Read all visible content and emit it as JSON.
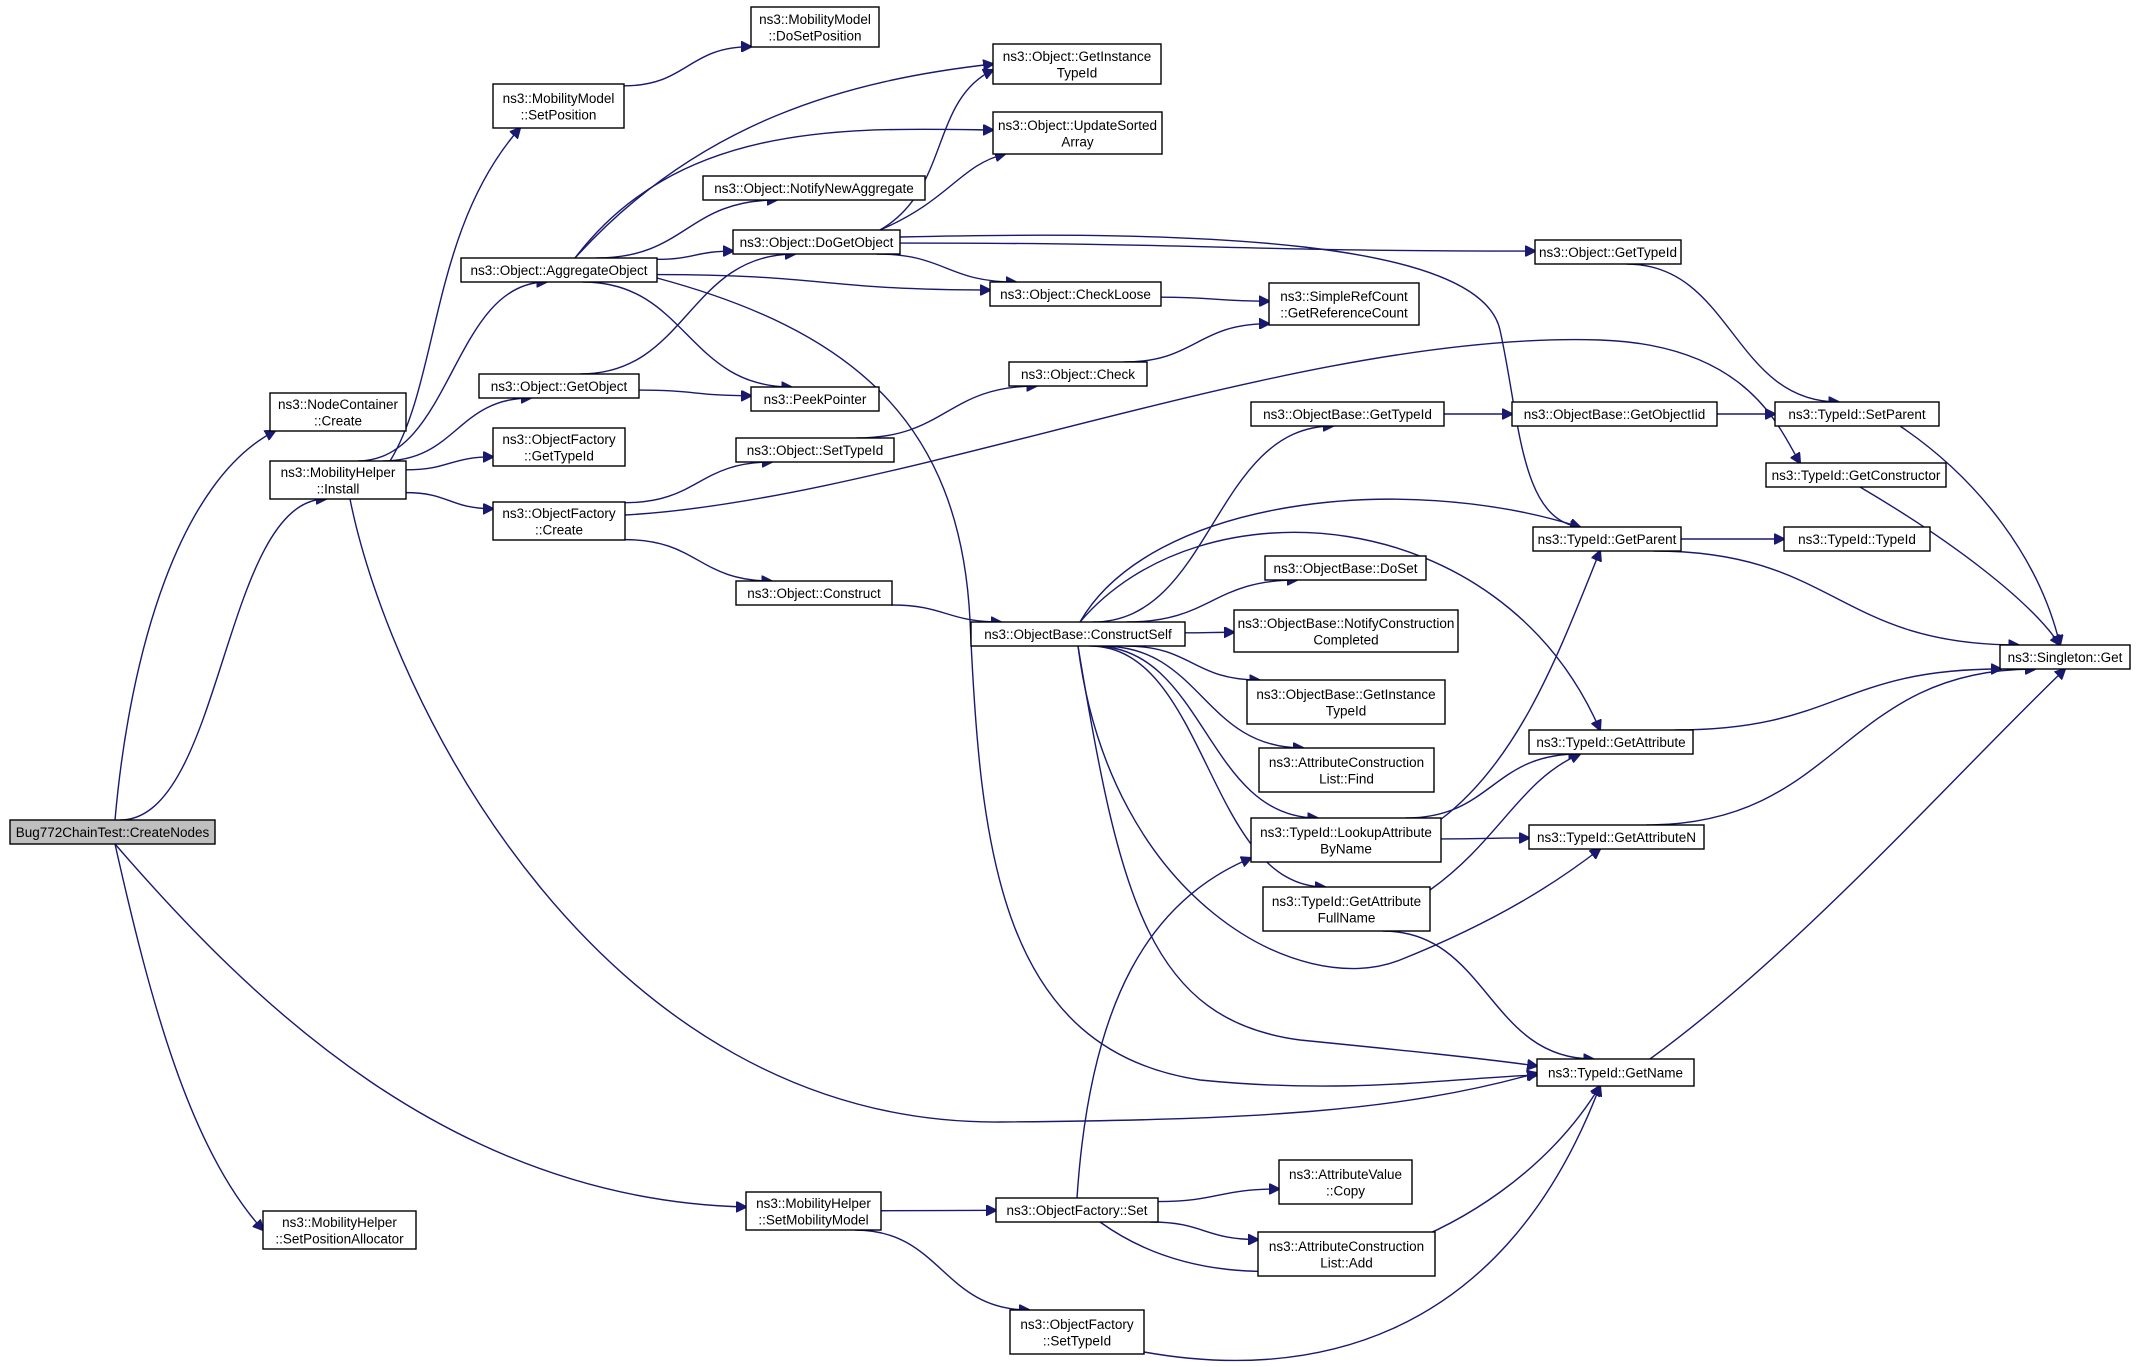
{
  "colors": {
    "edge": "#191970",
    "root_fill": "#bfbfbf",
    "node_fill": "#ffffff",
    "node_border": "#000000"
  },
  "nodes": [
    {
      "id": "root",
      "lines": [
        "Bug772ChainTest::CreateNodes"
      ]
    },
    {
      "id": "nc_create",
      "lines": [
        "ns3::NodeContainer",
        "::Create"
      ]
    },
    {
      "id": "mh_install",
      "lines": [
        "ns3::MobilityHelper",
        "::Install"
      ]
    },
    {
      "id": "mh_setmm",
      "lines": [
        "ns3::MobilityHelper",
        "::SetMobilityModel"
      ]
    },
    {
      "id": "mh_setpa",
      "lines": [
        "ns3::MobilityHelper",
        "::SetPositionAllocator"
      ]
    },
    {
      "id": "mm_setpos",
      "lines": [
        "ns3::MobilityModel",
        "::SetPosition"
      ]
    },
    {
      "id": "mm_dosetpos",
      "lines": [
        "ns3::MobilityModel",
        "::DoSetPosition"
      ]
    },
    {
      "id": "obj_aggregate",
      "lines": [
        "ns3::Object::AggregateObject"
      ]
    },
    {
      "id": "obj_getobject",
      "lines": [
        "ns3::Object::GetObject"
      ]
    },
    {
      "id": "of_gettypeid",
      "lines": [
        "ns3::ObjectFactory",
        "::GetTypeId"
      ]
    },
    {
      "id": "of_create",
      "lines": [
        "ns3::ObjectFactory",
        "::Create"
      ]
    },
    {
      "id": "obj_getinst",
      "lines": [
        "ns3::Object::GetInstance",
        "TypeId"
      ]
    },
    {
      "id": "obj_updsorted",
      "lines": [
        "ns3::Object::UpdateSorted",
        "Array"
      ]
    },
    {
      "id": "obj_notifynew",
      "lines": [
        "ns3::Object::NotifyNewAggregate"
      ]
    },
    {
      "id": "obj_dogetobject",
      "lines": [
        "ns3::Object::DoGetObject"
      ]
    },
    {
      "id": "obj_checkloose",
      "lines": [
        "ns3::Object::CheckLoose"
      ]
    },
    {
      "id": "peekpointer",
      "lines": [
        "ns3::PeekPointer"
      ]
    },
    {
      "id": "obj_check",
      "lines": [
        "ns3::Object::Check"
      ]
    },
    {
      "id": "obj_settypeid",
      "lines": [
        "ns3::Object::SetTypeId"
      ]
    },
    {
      "id": "obj_construct",
      "lines": [
        "ns3::Object::Construct"
      ]
    },
    {
      "id": "ob_constructself",
      "lines": [
        "ns3::ObjectBase::ConstructSelf"
      ]
    },
    {
      "id": "src_getrefcount",
      "lines": [
        "ns3::SimpleRefCount",
        "::GetReferenceCount"
      ]
    },
    {
      "id": "obj_gettypeid",
      "lines": [
        "ns3::Object::GetTypeId"
      ]
    },
    {
      "id": "ob_gettypeid",
      "lines": [
        "ns3::ObjectBase::GetTypeId"
      ]
    },
    {
      "id": "ob_getobjectiid",
      "lines": [
        "ns3::ObjectBase::GetObjectIid"
      ]
    },
    {
      "id": "tid_setparent",
      "lines": [
        "ns3::TypeId::SetParent"
      ]
    },
    {
      "id": "tid_getconstructor",
      "lines": [
        "ns3::TypeId::GetConstructor"
      ]
    },
    {
      "id": "tid_getparent",
      "lines": [
        "ns3::TypeId::GetParent"
      ]
    },
    {
      "id": "tid_typeid",
      "lines": [
        "ns3::TypeId::TypeId"
      ]
    },
    {
      "id": "singleton_get",
      "lines": [
        "ns3::Singleton::Get"
      ]
    },
    {
      "id": "ob_doset",
      "lines": [
        "ns3::ObjectBase::DoSet"
      ]
    },
    {
      "id": "ob_notifyconstr",
      "lines": [
        "ns3::ObjectBase::NotifyConstruction",
        "Completed"
      ]
    },
    {
      "id": "ob_getinst",
      "lines": [
        "ns3::ObjectBase::GetInstance",
        "TypeId"
      ]
    },
    {
      "id": "acl_find",
      "lines": [
        "ns3::AttributeConstruction",
        "List::Find"
      ]
    },
    {
      "id": "tid_getattribute",
      "lines": [
        "ns3::TypeId::GetAttribute"
      ]
    },
    {
      "id": "tid_lookupattr",
      "lines": [
        "ns3::TypeId::LookupAttribute",
        "ByName"
      ]
    },
    {
      "id": "tid_getattrn",
      "lines": [
        "ns3::TypeId::GetAttributeN"
      ]
    },
    {
      "id": "tid_getattrfull",
      "lines": [
        "ns3::TypeId::GetAttribute",
        "FullName"
      ]
    },
    {
      "id": "tid_getname",
      "lines": [
        "ns3::TypeId::GetName"
      ]
    },
    {
      "id": "of_set",
      "lines": [
        "ns3::ObjectFactory::Set"
      ]
    },
    {
      "id": "av_copy",
      "lines": [
        "ns3::AttributeValue",
        "::Copy"
      ]
    },
    {
      "id": "acl_add",
      "lines": [
        "ns3::AttributeConstruction",
        "List::Add"
      ]
    },
    {
      "id": "of_settypeid",
      "lines": [
        "ns3::ObjectFactory",
        "::SetTypeId"
      ]
    }
  ],
  "edges": [
    [
      "root",
      "nc_create"
    ],
    [
      "root",
      "mh_install"
    ],
    [
      "root",
      "mh_setmm"
    ],
    [
      "root",
      "mh_setpa"
    ],
    [
      "mh_install",
      "mm_setpos"
    ],
    [
      "mh_install",
      "obj_aggregate"
    ],
    [
      "mh_install",
      "obj_getobject"
    ],
    [
      "mh_install",
      "of_gettypeid"
    ],
    [
      "mh_install",
      "of_create"
    ],
    [
      "mh_install",
      "tid_getname"
    ],
    [
      "mm_setpos",
      "mm_dosetpos"
    ],
    [
      "obj_aggregate",
      "obj_getinst"
    ],
    [
      "obj_aggregate",
      "obj_updsorted"
    ],
    [
      "obj_aggregate",
      "obj_notifynew"
    ],
    [
      "obj_aggregate",
      "obj_dogetobject"
    ],
    [
      "obj_aggregate",
      "obj_checkloose"
    ],
    [
      "obj_aggregate",
      "peekpointer"
    ],
    [
      "obj_aggregate",
      "tid_getname"
    ],
    [
      "obj_getobject",
      "obj_dogetobject"
    ],
    [
      "obj_getobject",
      "peekpointer"
    ],
    [
      "obj_dogetobject",
      "obj_getinst"
    ],
    [
      "obj_dogetobject",
      "obj_updsorted"
    ],
    [
      "obj_dogetobject",
      "obj_checkloose"
    ],
    [
      "obj_dogetobject",
      "obj_gettypeid"
    ],
    [
      "obj_dogetobject",
      "tid_getparent"
    ],
    [
      "obj_checkloose",
      "src_getrefcount"
    ],
    [
      "obj_check",
      "src_getrefcount"
    ],
    [
      "of_create",
      "obj_settypeid"
    ],
    [
      "of_create",
      "obj_construct"
    ],
    [
      "of_create",
      "tid_getconstructor"
    ],
    [
      "obj_settypeid",
      "obj_check"
    ],
    [
      "obj_construct",
      "ob_constructself"
    ],
    [
      "obj_gettypeid",
      "tid_setparent"
    ],
    [
      "ob_gettypeid",
      "ob_getobjectiid"
    ],
    [
      "ob_getobjectiid",
      "tid_setparent"
    ],
    [
      "tid_setparent",
      "singleton_get"
    ],
    [
      "tid_getconstructor",
      "singleton_get"
    ],
    [
      "tid_getparent",
      "tid_typeid"
    ],
    [
      "tid_getparent",
      "singleton_get"
    ],
    [
      "ob_constructself",
      "ob_gettypeid"
    ],
    [
      "ob_constructself",
      "tid_getparent"
    ],
    [
      "ob_constructself",
      "tid_getattribute"
    ],
    [
      "ob_constructself",
      "ob_doset"
    ],
    [
      "ob_constructself",
      "ob_notifyconstr"
    ],
    [
      "ob_constructself",
      "ob_getinst"
    ],
    [
      "ob_constructself",
      "acl_find"
    ],
    [
      "ob_constructself",
      "tid_lookupattr"
    ],
    [
      "ob_constructself",
      "tid_getattrfull"
    ],
    [
      "ob_constructself",
      "tid_getattrn"
    ],
    [
      "ob_constructself",
      "tid_getname"
    ],
    [
      "tid_getattribute",
      "singleton_get"
    ],
    [
      "tid_lookupattr",
      "tid_getparent"
    ],
    [
      "tid_lookupattr",
      "tid_getattribute"
    ],
    [
      "tid_lookupattr",
      "tid_getattrn"
    ],
    [
      "tid_getattrn",
      "singleton_get"
    ],
    [
      "tid_getattrfull",
      "tid_getattribute"
    ],
    [
      "tid_getattrfull",
      "tid_getname"
    ],
    [
      "tid_getname",
      "singleton_get"
    ],
    [
      "mh_setmm",
      "of_set"
    ],
    [
      "mh_setmm",
      "of_settypeid"
    ],
    [
      "of_set",
      "tid_lookupattr"
    ],
    [
      "of_set",
      "av_copy"
    ],
    [
      "of_set",
      "acl_add"
    ],
    [
      "of_set",
      "tid_getname"
    ],
    [
      "of_settypeid",
      "tid_getname"
    ]
  ]
}
